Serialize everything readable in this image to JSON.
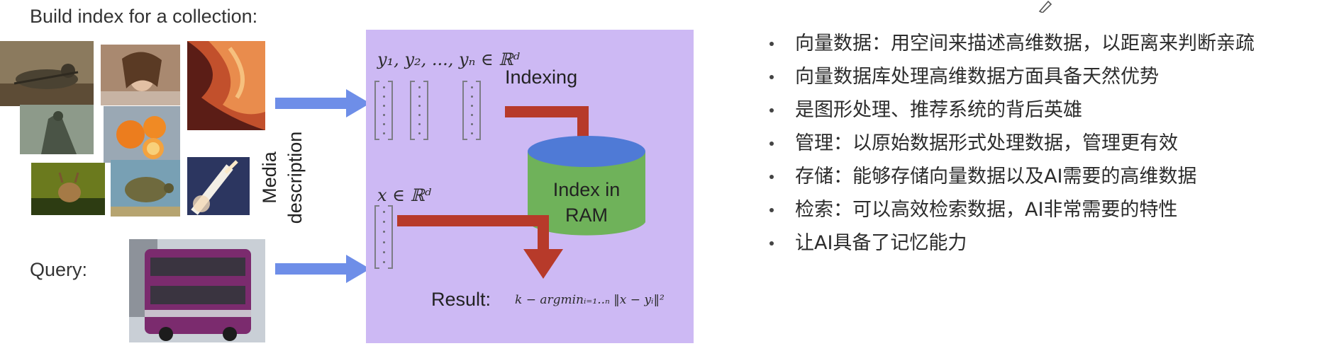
{
  "left_panel": {
    "heading": "Build index for a collection:",
    "query_label": "Query:",
    "rotated_label": [
      "Media",
      "description"
    ]
  },
  "diagram": {
    "collection_vectors": "y₁, y₂, ..., yₙ ∈ ℝᵈ",
    "indexing_label": "Indexing",
    "index_store": [
      "Index in",
      "RAM"
    ],
    "query_vector": "x ∈ ℝᵈ",
    "result_label": "Result:",
    "result_formula": "k − argminᵢ₌₁..ₙ ‖x − yᵢ‖²"
  },
  "bullets": [
    "向量数据：用空间来描述高维数据，以距离来判断亲疏",
    "向量数据库处理高维数据方面具备天然优势",
    "是图形处理、推荐系统的背后英雄",
    "管理：以原始数据形式处理数据，管理更有效",
    "存储：能够存储向量数据以及AI需要的高维数据",
    "检索：可以高效检索数据，AI非常需要的特性",
    "让AI具备了记忆能力"
  ],
  "colors": {
    "panel_bg": "#cdb9f4",
    "arrow_blue": "#6e8ee8",
    "arrow_red": "#b73a2a",
    "cylinder_top": "#4f7ad6",
    "cylinder_body": "#6fb25a"
  }
}
